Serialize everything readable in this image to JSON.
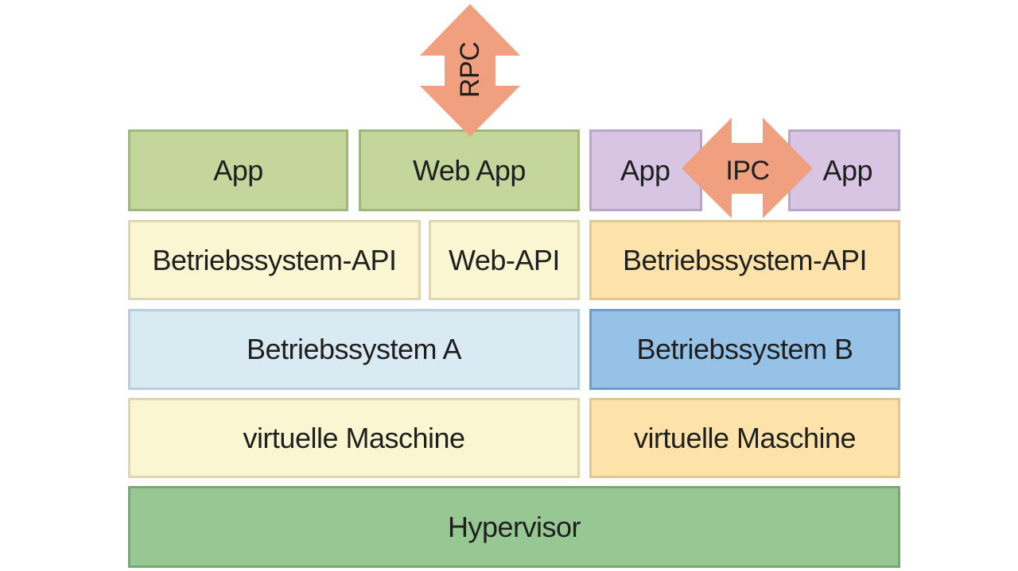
{
  "colors": {
    "arrow": "#f0a07e",
    "app_green": "#c3d69b",
    "app_purple": "#d7c5e3",
    "api_cream": "#fbf6d2",
    "api_peach": "#fde3a9",
    "os_a": "#d9eaf2",
    "os_b": "#95c2e6",
    "hypervisor": "#97c893"
  },
  "layer_apps": {
    "left": {
      "app": "App",
      "web_app": "Web App"
    },
    "right": {
      "app_1": "App",
      "app_2": "App"
    }
  },
  "layer_api": {
    "left": {
      "os_api": "Betriebssystem-API",
      "web_api": "Web-API"
    },
    "right": {
      "os_api": "Betriebssystem-API"
    }
  },
  "layer_os": {
    "a": "Betriebssystem A",
    "b": "Betriebssystem B"
  },
  "layer_vm": {
    "left": "virtuelle Maschine",
    "right": "virtuelle Maschine"
  },
  "hypervisor": "Hypervisor",
  "arrows": {
    "rpc": "RPC",
    "ipc": "IPC"
  }
}
